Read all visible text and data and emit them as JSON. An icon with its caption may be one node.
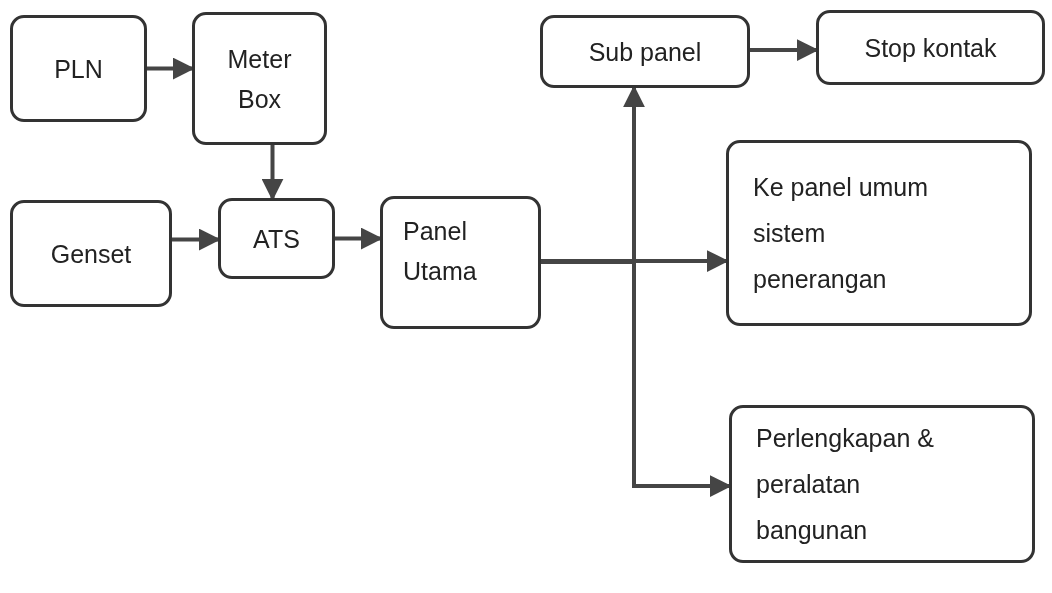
{
  "diagram": {
    "nodes": [
      {
        "text": [
          "PLN"
        ]
      },
      {
        "text": [
          "Meter Box"
        ]
      },
      {
        "text": [
          "Genset"
        ]
      },
      {
        "text": [
          "ATS"
        ]
      },
      {
        "text": [
          "Panel Utama"
        ]
      },
      {
        "text": [
          "Sub panel"
        ]
      },
      {
        "text": [
          "Stop kontak"
        ]
      },
      {
        "text": [
          "Ke panel umum sistem penerangan"
        ]
      },
      {
        "text": [
          "Perlengkapan & peralatan bangunan"
        ]
      }
    ],
    "edges": [
      {
        "from": 0,
        "to": 1,
        "arrow": "to"
      },
      {
        "from": 1,
        "to": 3,
        "arrow": "to"
      },
      {
        "from": 2,
        "to": 3,
        "arrow": "to"
      },
      {
        "from": 3,
        "to": 4,
        "arrow": "to"
      },
      {
        "from": 4,
        "to": 7,
        "arrow": "to"
      },
      {
        "from": 4,
        "to": 5,
        "arrow": "to"
      },
      {
        "from": 4,
        "to": 8,
        "arrow": "to"
      },
      {
        "from": 5,
        "to": 6,
        "arrow": "to"
      }
    ]
  }
}
